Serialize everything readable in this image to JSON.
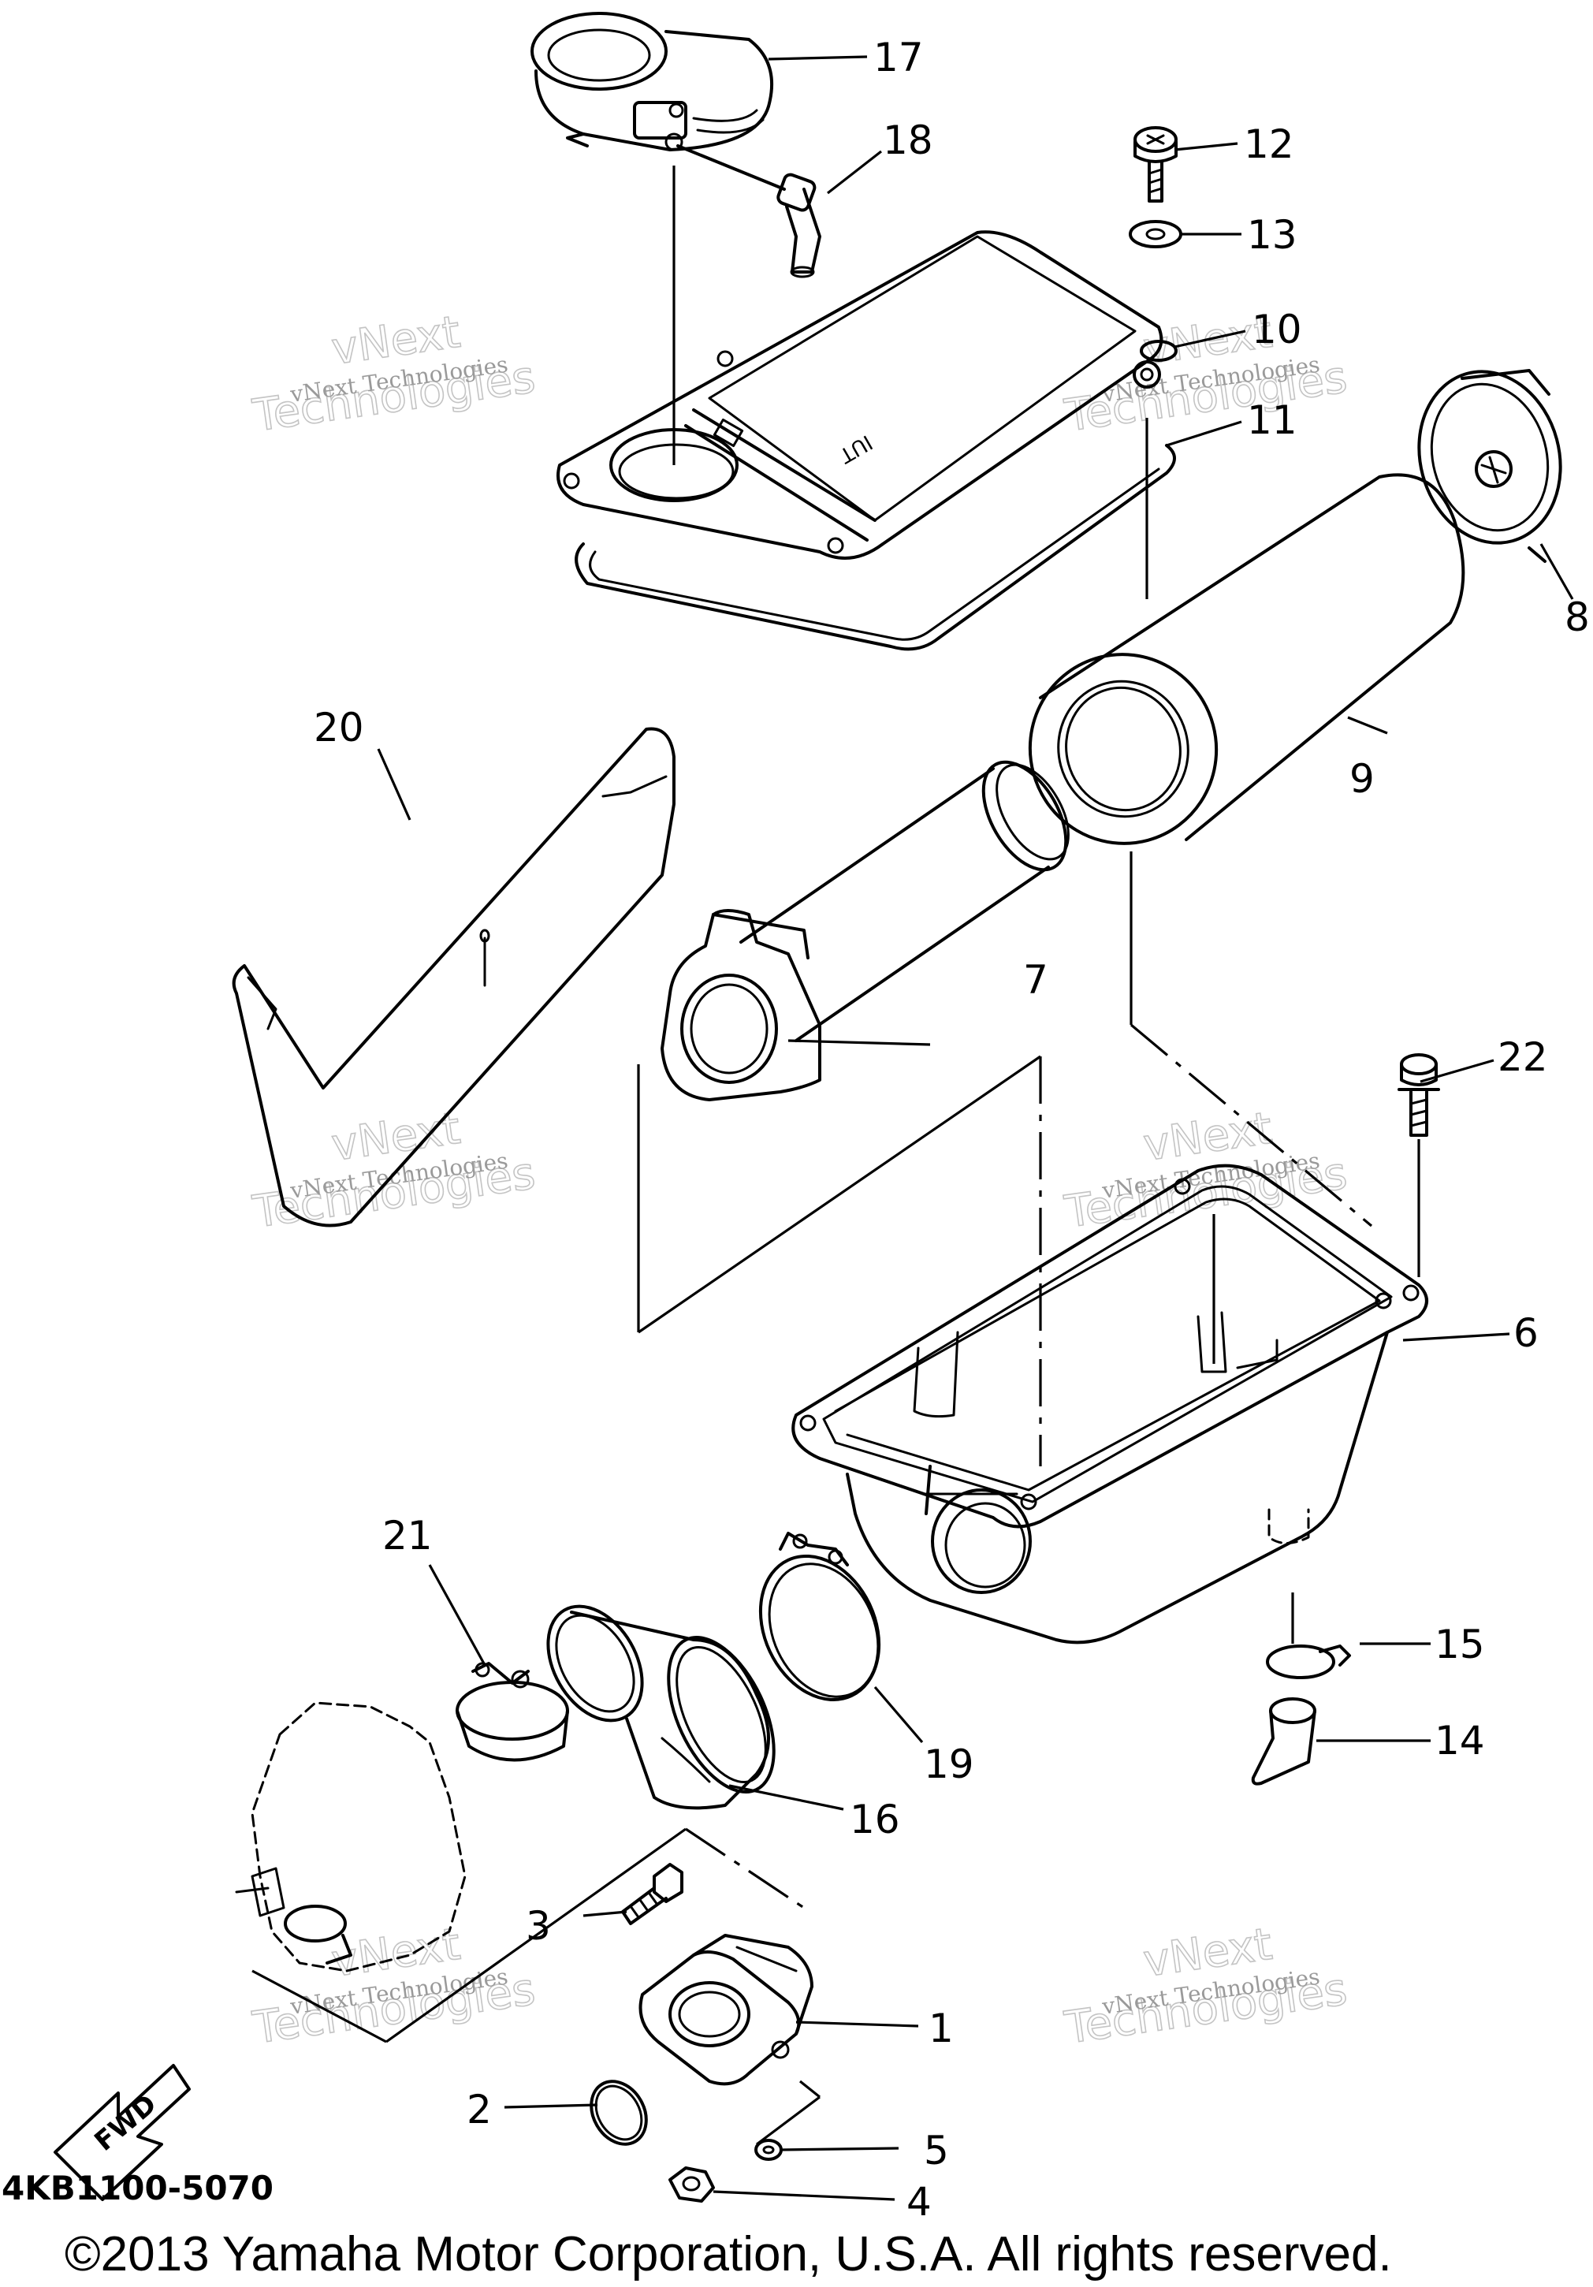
{
  "diagram": {
    "part_code": "4KB1100-5070",
    "copyright": "©2013 Yamaha Motor Corporation, U.S.A. All rights reserved.",
    "direction_label": "FWD",
    "lid_marking": "IUT",
    "callouts": [
      {
        "id": "c1",
        "label": "1"
      },
      {
        "id": "c2",
        "label": "2"
      },
      {
        "id": "c3",
        "label": "3"
      },
      {
        "id": "c4",
        "label": "4"
      },
      {
        "id": "c5",
        "label": "5"
      },
      {
        "id": "c6",
        "label": "6"
      },
      {
        "id": "c7",
        "label": "7"
      },
      {
        "id": "c8",
        "label": "8"
      },
      {
        "id": "c9",
        "label": "9"
      },
      {
        "id": "c10",
        "label": "10"
      },
      {
        "id": "c11",
        "label": "11"
      },
      {
        "id": "c12",
        "label": "12"
      },
      {
        "id": "c13",
        "label": "13"
      },
      {
        "id": "c14",
        "label": "14"
      },
      {
        "id": "c15",
        "label": "15"
      },
      {
        "id": "c16",
        "label": "16"
      },
      {
        "id": "c17",
        "label": "17"
      },
      {
        "id": "c18",
        "label": "18"
      },
      {
        "id": "c19",
        "label": "19"
      },
      {
        "id": "c20",
        "label": "20"
      },
      {
        "id": "c21",
        "label": "21"
      },
      {
        "id": "c22",
        "label": "22"
      }
    ],
    "watermarks": [
      {
        "line1": "vNext Technologies",
        "line2": "Technologies",
        "line3": "vNext"
      },
      {
        "line1": "vNext Technologies",
        "line2": "Technologies",
        "line3": "vNext"
      },
      {
        "line1": "vNext Technologies",
        "line2": "Technologies",
        "line3": "vNext"
      },
      {
        "line1": "vNext Technologies",
        "line2": "Technologies",
        "line3": "vNext"
      },
      {
        "line1": "vNext Technologies",
        "line2": "Technologies",
        "line3": "vNext"
      },
      {
        "line1": "vNext Technologies",
        "line2": "Technologies",
        "line3": "vNext"
      }
    ]
  }
}
